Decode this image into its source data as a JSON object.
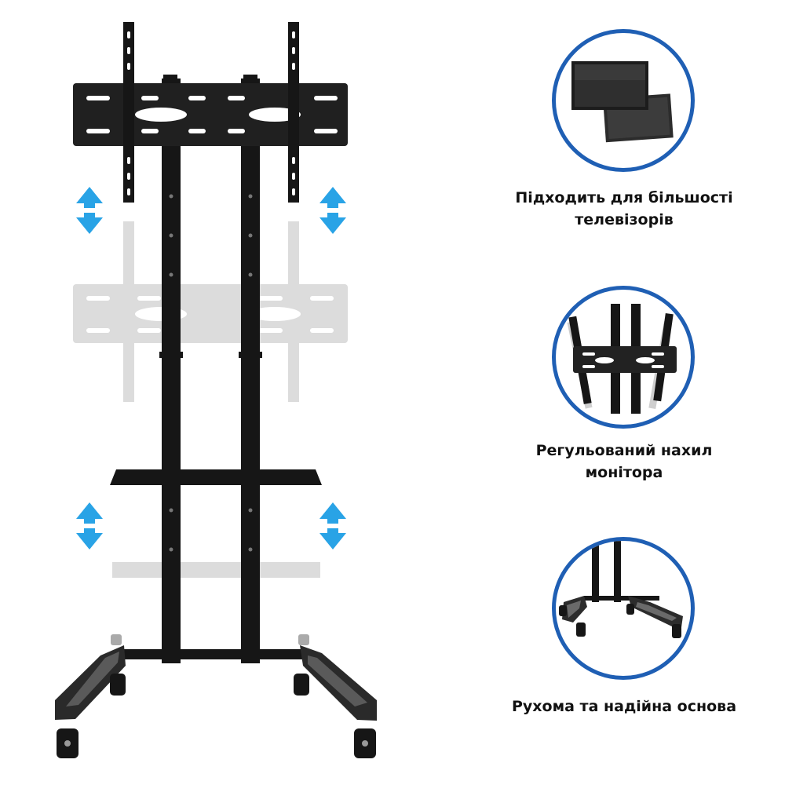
{
  "colors": {
    "circle_border": "#1f5fb4",
    "arrow": "#29a3e6",
    "metal": "#161616",
    "ghost": "#dcdcdc",
    "text": "#111111"
  },
  "features": [
    {
      "icon": "tv-screens-icon",
      "caption": "Підходить для більшості\nтелевізорів"
    },
    {
      "icon": "tilt-bracket-icon",
      "caption": "Регульований нахил\nмонітора"
    },
    {
      "icon": "wheeled-base-icon",
      "caption": "Рухома та надійна основа"
    }
  ]
}
